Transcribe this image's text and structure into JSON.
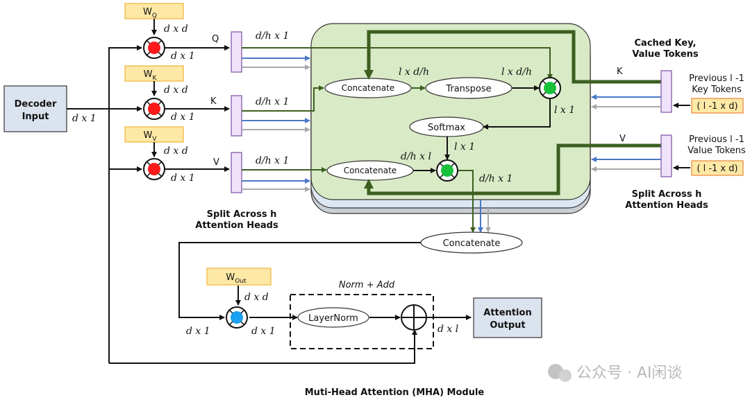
{
  "title": "Muti-Head Attention (MHA) Module",
  "watermark": "公众号 · AI闲谈",
  "decoder_input": {
    "line1": "Decoder",
    "line2": "Input"
  },
  "dim_d1": "d x 1",
  "dim_dd": "d x d",
  "dim_dh1": "d/h x 1",
  "dim_l1": "l x 1",
  "dim_ldh": "l x d/h",
  "dim_dhl": "d/h x l",
  "dim_dl": "d x l",
  "weights": {
    "q": "W",
    "q_sub": "Q",
    "k": "W",
    "k_sub": "K",
    "v": "W",
    "v_sub": "V",
    "out": "W",
    "out_sub": "Out"
  },
  "qkv": {
    "q": "Q",
    "k": "K",
    "v": "V"
  },
  "split_left": {
    "line1": "Split Across h",
    "line2": "Attention Heads"
  },
  "split_right": {
    "line1": "Split Across h",
    "line2": "Attention Heads"
  },
  "cached": {
    "line1": "Cached Key,",
    "line2": "Value Tokens"
  },
  "prev_key": {
    "line1": "Previous l -1",
    "line2": "Key Tokens",
    "box": "( l -1 x d)"
  },
  "prev_value": {
    "line1": "Previous l -1",
    "line2": "Value Tokens",
    "box": "( l -1 x d)"
  },
  "ops": {
    "concatenate_top": "Concatenate",
    "transpose": "Transpose",
    "softmax": "Softmax",
    "concatenate_mid": "Concatenate",
    "concatenate_bottom": "Concatenate",
    "layernorm": "LayerNorm"
  },
  "norm_add": "Norm + Add",
  "attention_output": {
    "line1": "Attention",
    "line2": "Output"
  },
  "colors": {
    "red_node": "#ff1a1a",
    "green_node": "#17c23a",
    "blue_node": "#1aa0f0",
    "weight_box": "#fde8a6",
    "weight_border": "#f0b43a",
    "split_bar": "#f0e2fa",
    "split_border": "#7a4fa0",
    "head_panel": "#d9eac6",
    "dark_green": "#3c5f1f",
    "blue_line": "#4a78c8",
    "gray_line": "#a8a8a8",
    "red_text": "#e0231b",
    "cached_text": "#c8102e",
    "purple_text": "#8a3fb0",
    "io_box": "#dbe3ef"
  }
}
